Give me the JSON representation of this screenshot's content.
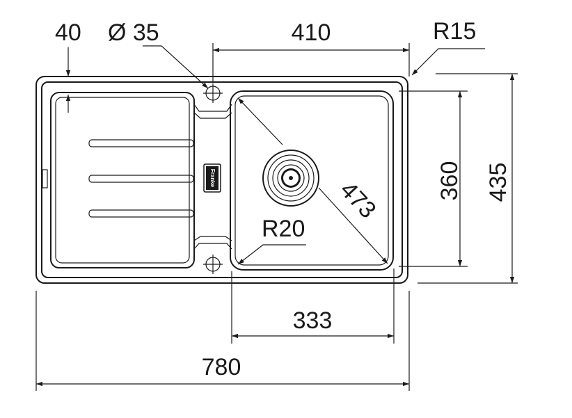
{
  "dimensions": {
    "drainer_offset": "40",
    "tap_hole_diameter": "Ø 35",
    "bowl_width": "410",
    "corner_radius": "R15",
    "bowl_depth": "360",
    "overall_depth": "435",
    "bowl_diagonal": "473",
    "bowl_corner_radius": "R20",
    "bowl_inner_width": "333",
    "overall_width": "780"
  },
  "logo": {
    "text": "Franke"
  },
  "colors": {
    "line": "#1a1a1a",
    "background": "#ffffff"
  }
}
